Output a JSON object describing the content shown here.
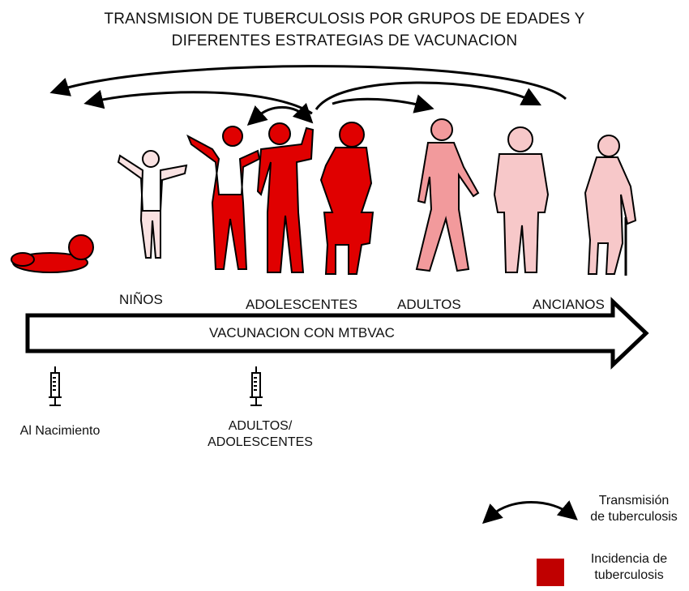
{
  "title_line1": "TRANSMISION DE  TUBERCULOSIS POR GRUPOS DE EDADES Y",
  "title_line2": "DIFERENTES ESTRATEGIAS DE VACUNACION",
  "age_groups": {
    "ninos": "NIÑOS",
    "adolescentes": "ADOLESCENTES",
    "adultos": "ADULTOS",
    "ancianos": "ANCIANOS"
  },
  "arrow_label": "VACUNACION CON MTBVAC",
  "vaccination": {
    "birth": "Al Nacimiento",
    "adults_line1": "ADULTOS/",
    "adults_line2": "ADOLESCENTES"
  },
  "legend": {
    "transmission_line1": "Transmisión",
    "transmission_line2": "de tuberculosis",
    "incidence_line1": "Incidencia de",
    "incidence_line2": "tuberculosis"
  },
  "colors": {
    "high_incidence": "#e00000",
    "adult_incidence": "#f29a9c",
    "elder_incidence": "#f7c8c9",
    "child_incidence": "#f9e2e2",
    "legend_square": "#c00000"
  }
}
